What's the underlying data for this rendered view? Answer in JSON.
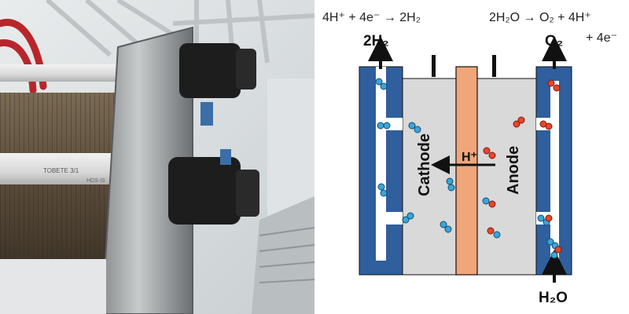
{
  "equations": {
    "cathode_reaction": "4H⁺ + 4e⁻ → 2H₂",
    "anode_reaction_line1": "2H₂O → O₂ + 4H⁺",
    "anode_reaction_line2": "+ 4e⁻"
  },
  "labels": {
    "h2_out": "2H₂",
    "o2_out": "O₂",
    "h2o_in": "H₂O",
    "cathode": "Cathode",
    "anode": "Anode",
    "proton": "H⁺"
  },
  "photo": {
    "pipe_marking_1": "TOBETE 3/1",
    "pipe_marking_2": "HDS-IS"
  },
  "colors": {
    "bipolar_plate": "#2f5f9c",
    "electrolyte": "#d9d9d9",
    "membrane": "#f0a678",
    "hydrogen": "#3aa6d8",
    "oxygen": "#e8452c"
  }
}
